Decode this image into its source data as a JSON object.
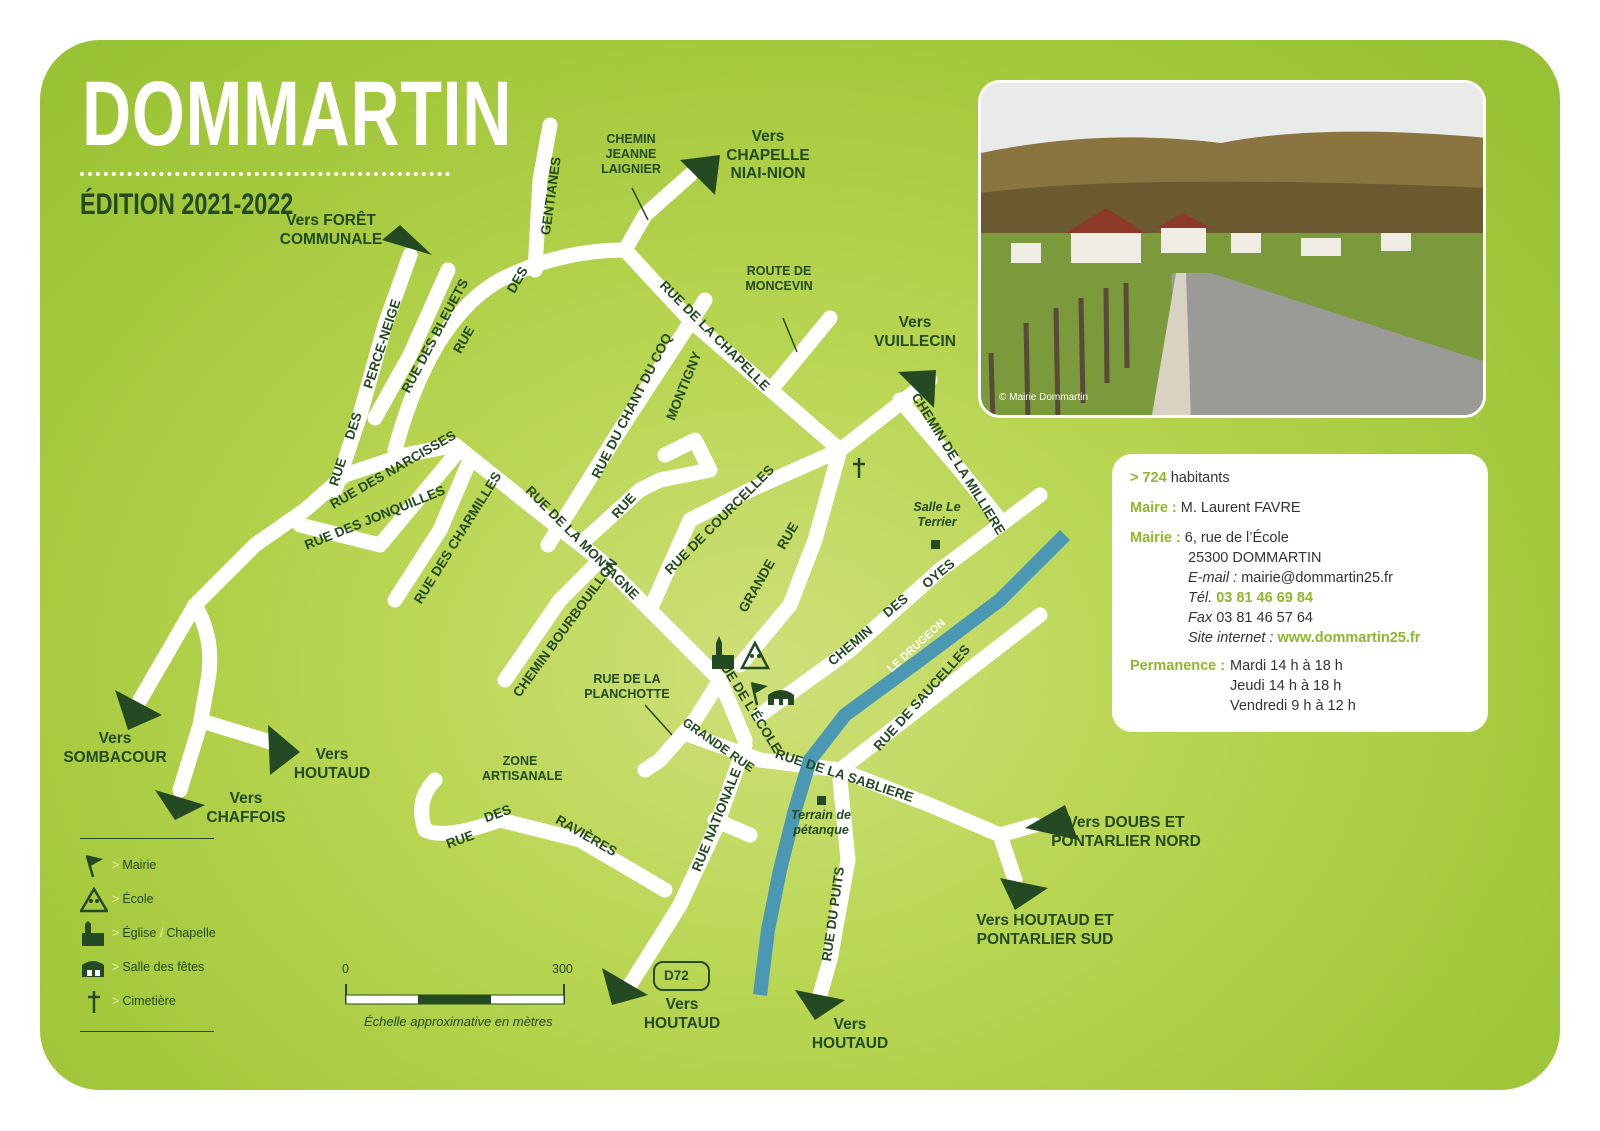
{
  "header": {
    "title": "DOMMARTIN",
    "edition": "ÉDITION 2021-2022"
  },
  "photo": {
    "credit": "© Mairie Dommartin"
  },
  "info": {
    "population_value": "> 724",
    "population_label": "habitants",
    "mayor_label": "Maire :",
    "mayor_name": "M. Laurent FAVRE",
    "townhall_label": "Mairie :",
    "address1": "6, rue de l’École",
    "address2": "25300 DOMMARTIN",
    "email_label": "E-mail :",
    "email": "mairie@dommartin25.fr",
    "tel_label": "Tél.",
    "tel": "03 81 46 69 84",
    "fax_label": "Fax",
    "fax": "03 81 46 57 64",
    "site_label": "Site internet :",
    "site": "www.dommartin25.fr",
    "hours_label": "Permanence :",
    "hours": [
      "Mardi 14 h à 18 h",
      "Jeudi 14 h à 18 h",
      "Vendredi 9 h à 12 h"
    ]
  },
  "streets": {
    "gentianes": "GENTIANES",
    "des1": "DES",
    "rue1": "RUE",
    "jeanne": "CHEMIN JEANNE LAIGNIER",
    "chapelle": "RUE DE LA CHAPELLE",
    "moncevin": "ROUTE DE MONCEVIN",
    "perce": "PERCE-NEIGE",
    "des2": "DES",
    "rue2": "RUE",
    "bleuets": "RUE DES BLEUETS",
    "narcisses": "RUE DES NARCISSES",
    "jonquilles": "RUE DES JONQUILLES",
    "charmilles": "RUE DES CHARMILLES",
    "montagne": "RUE DE LA MONTAGNE",
    "chantcoq": "RUE DU CHANT DU COQ",
    "montigny": "MONTIGNY",
    "rue3": "RUE",
    "courcelles": "RUE DE COURCELLES",
    "grande": "GRANDE",
    "rue4": "RUE",
    "milliere": "CHEMIN DE LA MILLIERE",
    "chemin2": "CHEMIN",
    "des3": "DES",
    "oyes": "OYES",
    "bourbouillon": "CHEMIN BOURBOUILLON",
    "planchotte": "RUE DE LA PLANCHOTTE",
    "ecole": "RUE DE L’ÉCOLE",
    "granderue": "GRANDE RUE",
    "sabliere": "RUE DE LA SABLIERE",
    "saucelles": "RUE DE SAUCELLES",
    "nationale": "RUE NATIONALE",
    "rue5": "RUE",
    "des4": "DES",
    "ravieres": "RAVIÈRES",
    "puits": "RUE DU PUITS",
    "drugeon": "LE DRUGEON",
    "zone": "ZONE ARTISANALE",
    "salle": "Salle Le Terrier",
    "petanque": "Terrain de pétanque",
    "d72": "D72"
  },
  "destinations": {
    "chapelle": "Vers CHAPELLE NIAI-NION",
    "foret": "Vers FORÊT COMMUNALE",
    "vuillecin": "Vers VUILLECIN",
    "sombacour": "Vers SOMBACOUR",
    "houtaud_w": "Vers HOUTAUD",
    "chaffois": "Vers CHAFFOIS",
    "doubs": "Vers DOUBS ET PONTARLIER NORD",
    "houtaud_se": "Vers HOUTAUD ET PONTARLIER SUD",
    "houtaud_s1": "Vers HOUTAUD",
    "houtaud_s2": "Vers HOUTAUD"
  },
  "legend": {
    "mairie": "Mairie",
    "ecole": "École",
    "eglise": "Église",
    "sep": "/",
    "chapelle": "Chapelle",
    "salle": "Salle des fêtes",
    "cimetiere": "Cimetière",
    "gt": ">"
  },
  "scale": {
    "min": "0",
    "max": "300",
    "caption": "Échelle approximative en mètres"
  },
  "colors": {
    "background": "#a9cc43",
    "road": "#ffffff",
    "text": "#234a22",
    "accent": "#8cb82c",
    "river": "#4a98b4"
  }
}
